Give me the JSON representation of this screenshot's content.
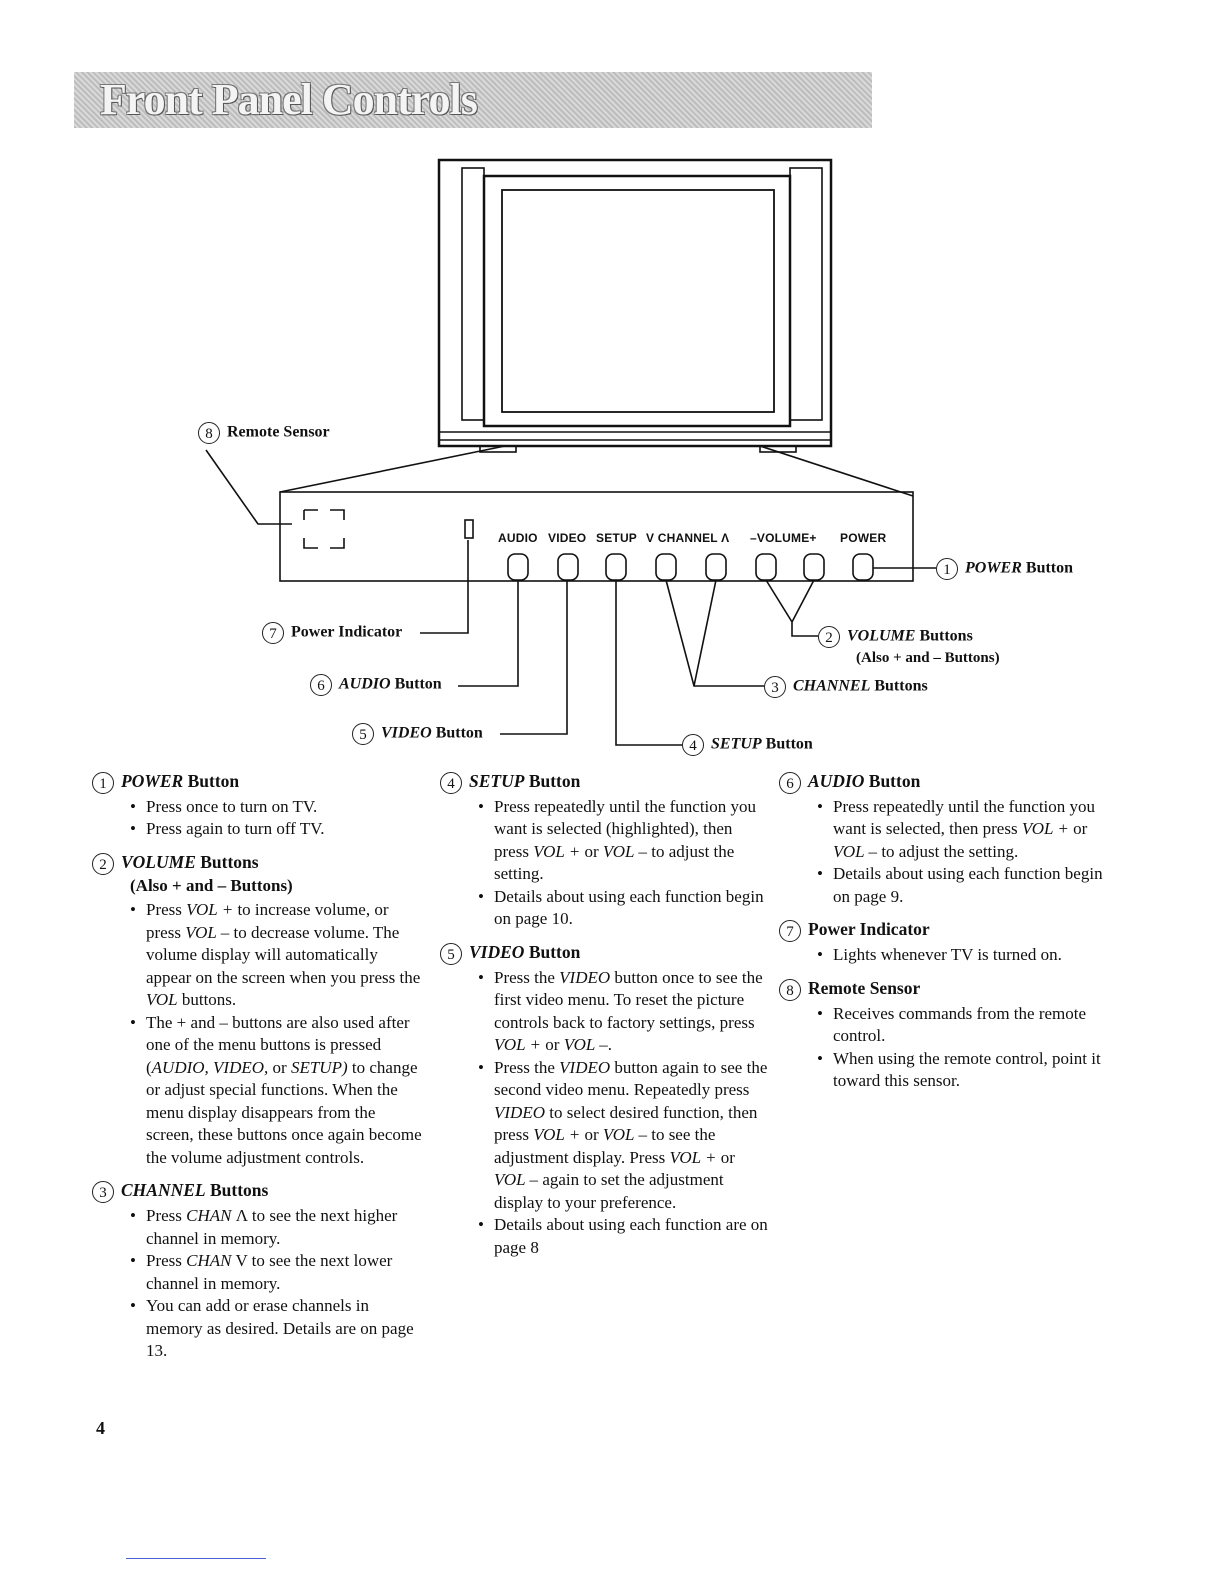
{
  "header": {
    "title": "Front Panel Controls"
  },
  "diagram": {
    "panel_labels": [
      "AUDIO",
      "VIDEO",
      "SETUP",
      "V CHANNEL Λ",
      "–VOLUME+",
      "POWER"
    ],
    "callouts": {
      "remote_sensor": {
        "num": "8",
        "label": "Remote Sensor"
      },
      "power_indicator": {
        "num": "7",
        "label": "Power Indicator"
      },
      "audio": {
        "num": "6",
        "name": "AUDIO",
        "suffix": "Button"
      },
      "video": {
        "num": "5",
        "name": "VIDEO",
        "suffix": "Button"
      },
      "setup": {
        "num": "4",
        "name": "SETUP",
        "suffix": "Button"
      },
      "channel": {
        "num": "3",
        "name": "CHANNEL",
        "suffix": "Buttons"
      },
      "volume": {
        "num": "2",
        "name": "VOLUME",
        "suffix": "Buttons",
        "sub": "(Also + and –  Buttons)"
      },
      "power": {
        "num": "1",
        "name": "POWER",
        "suffix": "Button"
      }
    }
  },
  "items": {
    "power": {
      "num": "1",
      "name": "POWER",
      "suffix": "Button",
      "bullets": [
        "Press once to turn on TV.",
        "Press again to turn off TV."
      ]
    },
    "volume": {
      "num": "2",
      "name": "VOLUME",
      "suffix": "Buttons",
      "sub": "(Also + and – Buttons)",
      "b1": {
        "t1": "Press ",
        "i1": "VOL +",
        "t2": " to increase volume, or press ",
        "i2": "VOL –",
        "t3": " to decrease volume. The volume display will automatically appear on the screen when you press the ",
        "i3": "VOL",
        "t4": " buttons."
      },
      "b2": {
        "t1": "The + and – buttons are also used after one of the menu buttons is pressed (",
        "i1": "AUDIO, VIDEO,",
        "t2": " or ",
        "i2": "SETUP)",
        "t3": " to change or adjust special functions. When the menu display disappears from the screen, these buttons once again become the volume adjustment controls."
      }
    },
    "channel": {
      "num": "3",
      "name": "CHANNEL",
      "suffix": "Buttons",
      "b1": {
        "t1": "Press ",
        "i1": "CHAN",
        "t2": " Λ to see the next higher channel in memory."
      },
      "b2": {
        "t1": "Press ",
        "i1": "CHAN",
        "t2": " V to see the next lower channel in memory."
      },
      "b3": "You can add or erase channels in memory as desired. Details are on page 13."
    },
    "setup": {
      "num": "4",
      "name": "SETUP",
      "suffix": "Button",
      "b1": {
        "t1": "Press repeatedly until the function you want is selected (highlighted), then press ",
        "i1": "VOL +",
        "t2": " or ",
        "i2": "VOL –",
        "t3": " to adjust the setting."
      },
      "b2": "Details about using each function begin on page 10."
    },
    "video": {
      "num": "5",
      "name": "VIDEO",
      "suffix": "Button",
      "b1": {
        "t1": "Press the ",
        "i1": "VIDEO",
        "t2": " button once to see the first video menu. To reset the picture controls back to factory settings, press ",
        "i2": "VOL +",
        "t3": " or ",
        "i3": "VOL –",
        "t4": "."
      },
      "b2": {
        "t1": "Press the ",
        "i1": "VIDEO",
        "t2": " button again to see the second video menu. Repeatedly press ",
        "i2": "VIDEO",
        "t3": " to select desired function, then press ",
        "i3": "VOL +",
        "t4": " or ",
        "i4": "VOL –",
        "t5": " to see the adjustment display. Press ",
        "i5": "VOL +",
        "t6": " or ",
        "i6": "VOL –",
        "t7": " again to set the adjustment display to your preference."
      },
      "b3": "Details about using each function are on page 8"
    },
    "audio": {
      "num": "6",
      "name": "AUDIO",
      "suffix": "Button",
      "b1": {
        "t1": "Press repeatedly until the function you want is selected, then press ",
        "i1": "VOL +",
        "t2": " or ",
        "i2": "VOL –",
        "t3": " to adjust the setting."
      },
      "b2": "Details about using each function begin on page 9."
    },
    "power_indicator": {
      "num": "7",
      "label": "Power Indicator",
      "bullets": [
        "Lights whenever TV is turned on."
      ]
    },
    "remote_sensor": {
      "num": "8",
      "label": "Remote Sensor",
      "bullets": [
        "Receives commands from the remote control.",
        "When using the remote control, point it toward this sensor."
      ]
    }
  },
  "page_number": "4"
}
